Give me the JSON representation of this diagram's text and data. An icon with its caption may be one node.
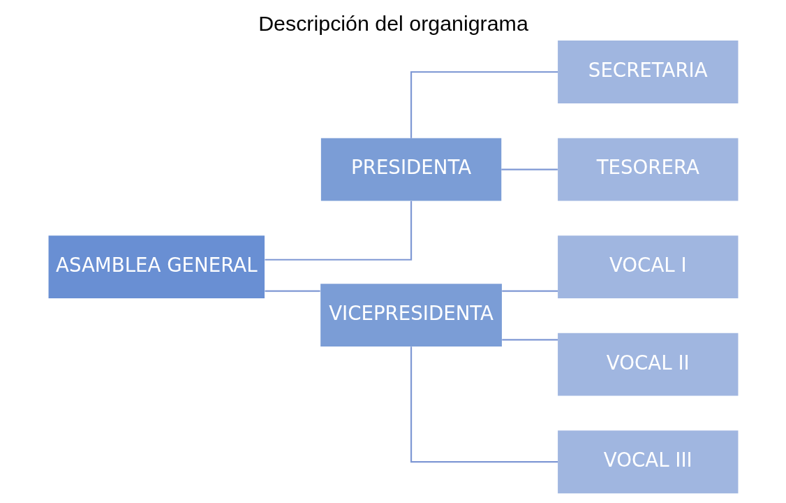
{
  "diagram": {
    "title": "Descripción del organigrama",
    "nodes": [
      {
        "text": [
          "ASAMBLEA GENERAL"
        ]
      },
      {
        "text": [
          "PRESIDENTA"
        ]
      },
      {
        "text": [
          "SECRETARIA"
        ]
      },
      {
        "text": [
          "TESORERA"
        ]
      },
      {
        "text": [
          "VICEPRESIDENTA"
        ]
      },
      {
        "text": [
          "VOCAL I"
        ]
      },
      {
        "text": [
          "VOCAL II"
        ]
      },
      {
        "text": [
          "VOCAL III"
        ]
      }
    ],
    "edges": [
      {
        "from": 0,
        "to": 1,
        "arrow": "none"
      },
      {
        "from": 0,
        "to": 4,
        "arrow": "none"
      },
      {
        "from": 1,
        "to": 2,
        "arrow": "none"
      },
      {
        "from": 1,
        "to": 3,
        "arrow": "none"
      },
      {
        "from": 4,
        "to": 5,
        "arrow": "none"
      },
      {
        "from": 4,
        "to": 6,
        "arrow": "none"
      },
      {
        "from": 4,
        "to": 7,
        "arrow": "none"
      }
    ]
  }
}
